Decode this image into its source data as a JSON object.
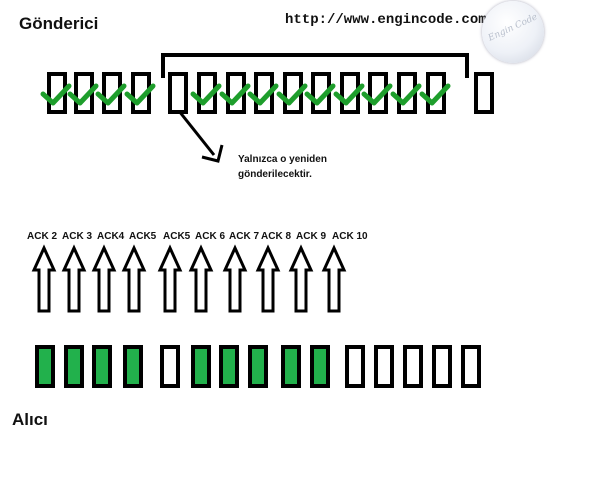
{
  "sender": {
    "title": "Gönderici",
    "packets": [
      {
        "acked": true
      },
      {
        "acked": true
      },
      {
        "acked": true
      },
      {
        "acked": true
      },
      {
        "acked": false
      },
      {
        "acked": true
      },
      {
        "acked": true
      },
      {
        "acked": true
      },
      {
        "acked": true
      },
      {
        "acked": true
      },
      {
        "acked": true
      },
      {
        "acked": true
      },
      {
        "acked": true
      },
      {
        "acked": true
      },
      {
        "acked": false
      }
    ]
  },
  "site_url": "http://www.engincode.com",
  "logo_text": "Engin Code",
  "note": {
    "line1": "Yalnızca o yeniden",
    "line2": "gönderilecektir."
  },
  "acks": [
    "ACK 2",
    "ACK 3",
    "ACK4",
    "ACK5",
    "ACK5",
    "ACK 6",
    "ACK 7",
    "ACK 8",
    "ACK 9",
    "ACK 10"
  ],
  "receiver": {
    "title": "Alıcı",
    "packets": [
      {
        "received": true
      },
      {
        "received": true
      },
      {
        "received": true
      },
      {
        "received": true
      },
      {
        "received": false
      },
      {
        "received": true
      },
      {
        "received": true
      },
      {
        "received": true
      },
      {
        "received": true
      },
      {
        "received": true
      },
      {
        "received": false
      },
      {
        "received": false
      },
      {
        "received": false
      },
      {
        "received": false
      },
      {
        "received": false
      }
    ]
  },
  "colors": {
    "received_fill": "#22b14c",
    "check": "#1e9e2c",
    "outline": "#000000"
  }
}
